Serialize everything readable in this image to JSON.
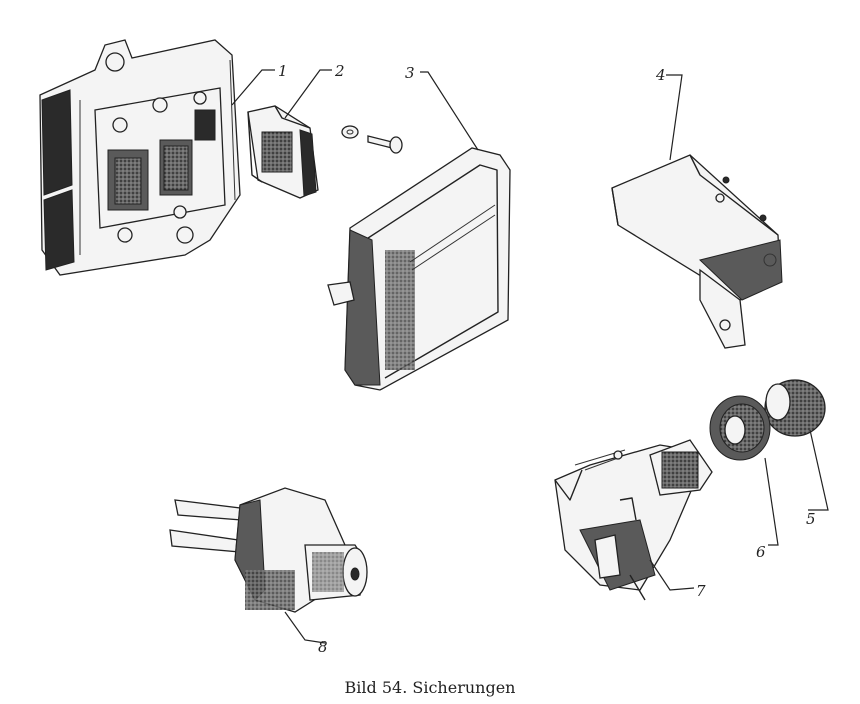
{
  "caption": "Bild 54. Sicherungen",
  "part_labels": [
    "1",
    "2",
    "3",
    "4",
    "5",
    "6",
    "7",
    "8"
  ]
}
